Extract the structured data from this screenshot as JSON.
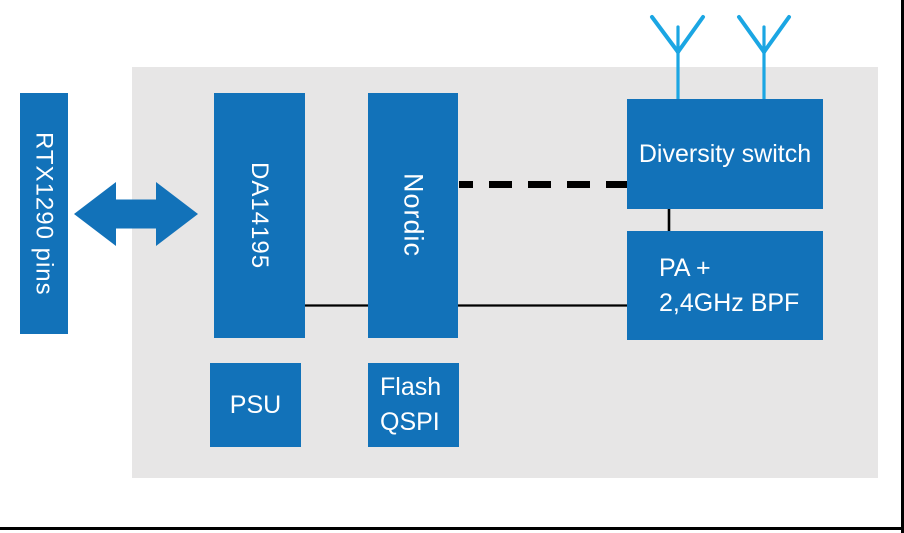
{
  "diagram": {
    "nodes": {
      "rtx1290": {
        "label": "RTX1290 pins"
      },
      "da14195": {
        "label": "DA14195"
      },
      "nordic": {
        "label": "Nordic"
      },
      "psu": {
        "label": "PSU"
      },
      "flash_qspi": {
        "line1": "Flash",
        "line2": "QSPI"
      },
      "diversity_switch": {
        "label": "Diversity switch"
      },
      "pa_bpf": {
        "line1": "PA +",
        "line2": "2,4GHz BPF"
      }
    },
    "icons": [
      {
        "name": "antenna-icon"
      },
      {
        "name": "antenna-icon"
      },
      {
        "name": "bidirectional-arrow-icon"
      }
    ],
    "colors": {
      "block_blue": "#1272B9",
      "antenna_blue": "#1BA6E3",
      "panel_gray": "#E7E6E6",
      "connector_black": "#000000",
      "text_white": "#FFFFFF"
    }
  }
}
